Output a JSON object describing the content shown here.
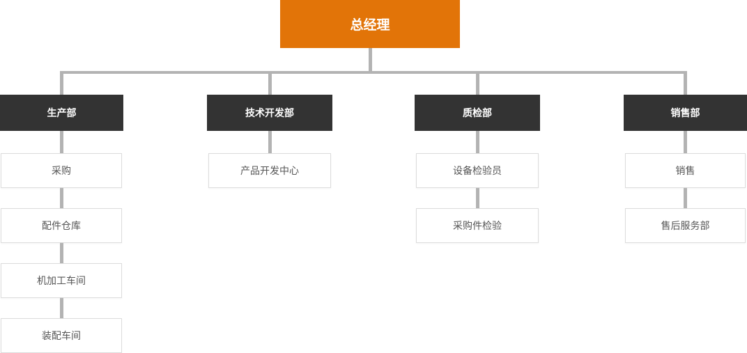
{
  "diagram": {
    "type": "org-chart",
    "colors": {
      "root_background": "#E27408",
      "department_background": "#333333",
      "connector_line": "#B3B3B3",
      "leaf_border": "#DCDCDC",
      "leaf_text": "#555555",
      "node_text_on_dark": "#FFFFFF",
      "page_background": "#FFFFFF"
    },
    "root": {
      "label": "总经理"
    },
    "departments": [
      {
        "label": "生产部",
        "children": [
          {
            "label": "采购"
          },
          {
            "label": "配件仓库"
          },
          {
            "label": "机加工车间"
          },
          {
            "label": "装配车间"
          }
        ]
      },
      {
        "label": "技术开发部",
        "children": [
          {
            "label": "产品开发中心"
          }
        ]
      },
      {
        "label": "质检部",
        "children": [
          {
            "label": "设备检验员"
          },
          {
            "label": "采购件检验"
          }
        ]
      },
      {
        "label": "销售部",
        "children": [
          {
            "label": "销售"
          },
          {
            "label": "售后服务部"
          }
        ]
      }
    ]
  }
}
